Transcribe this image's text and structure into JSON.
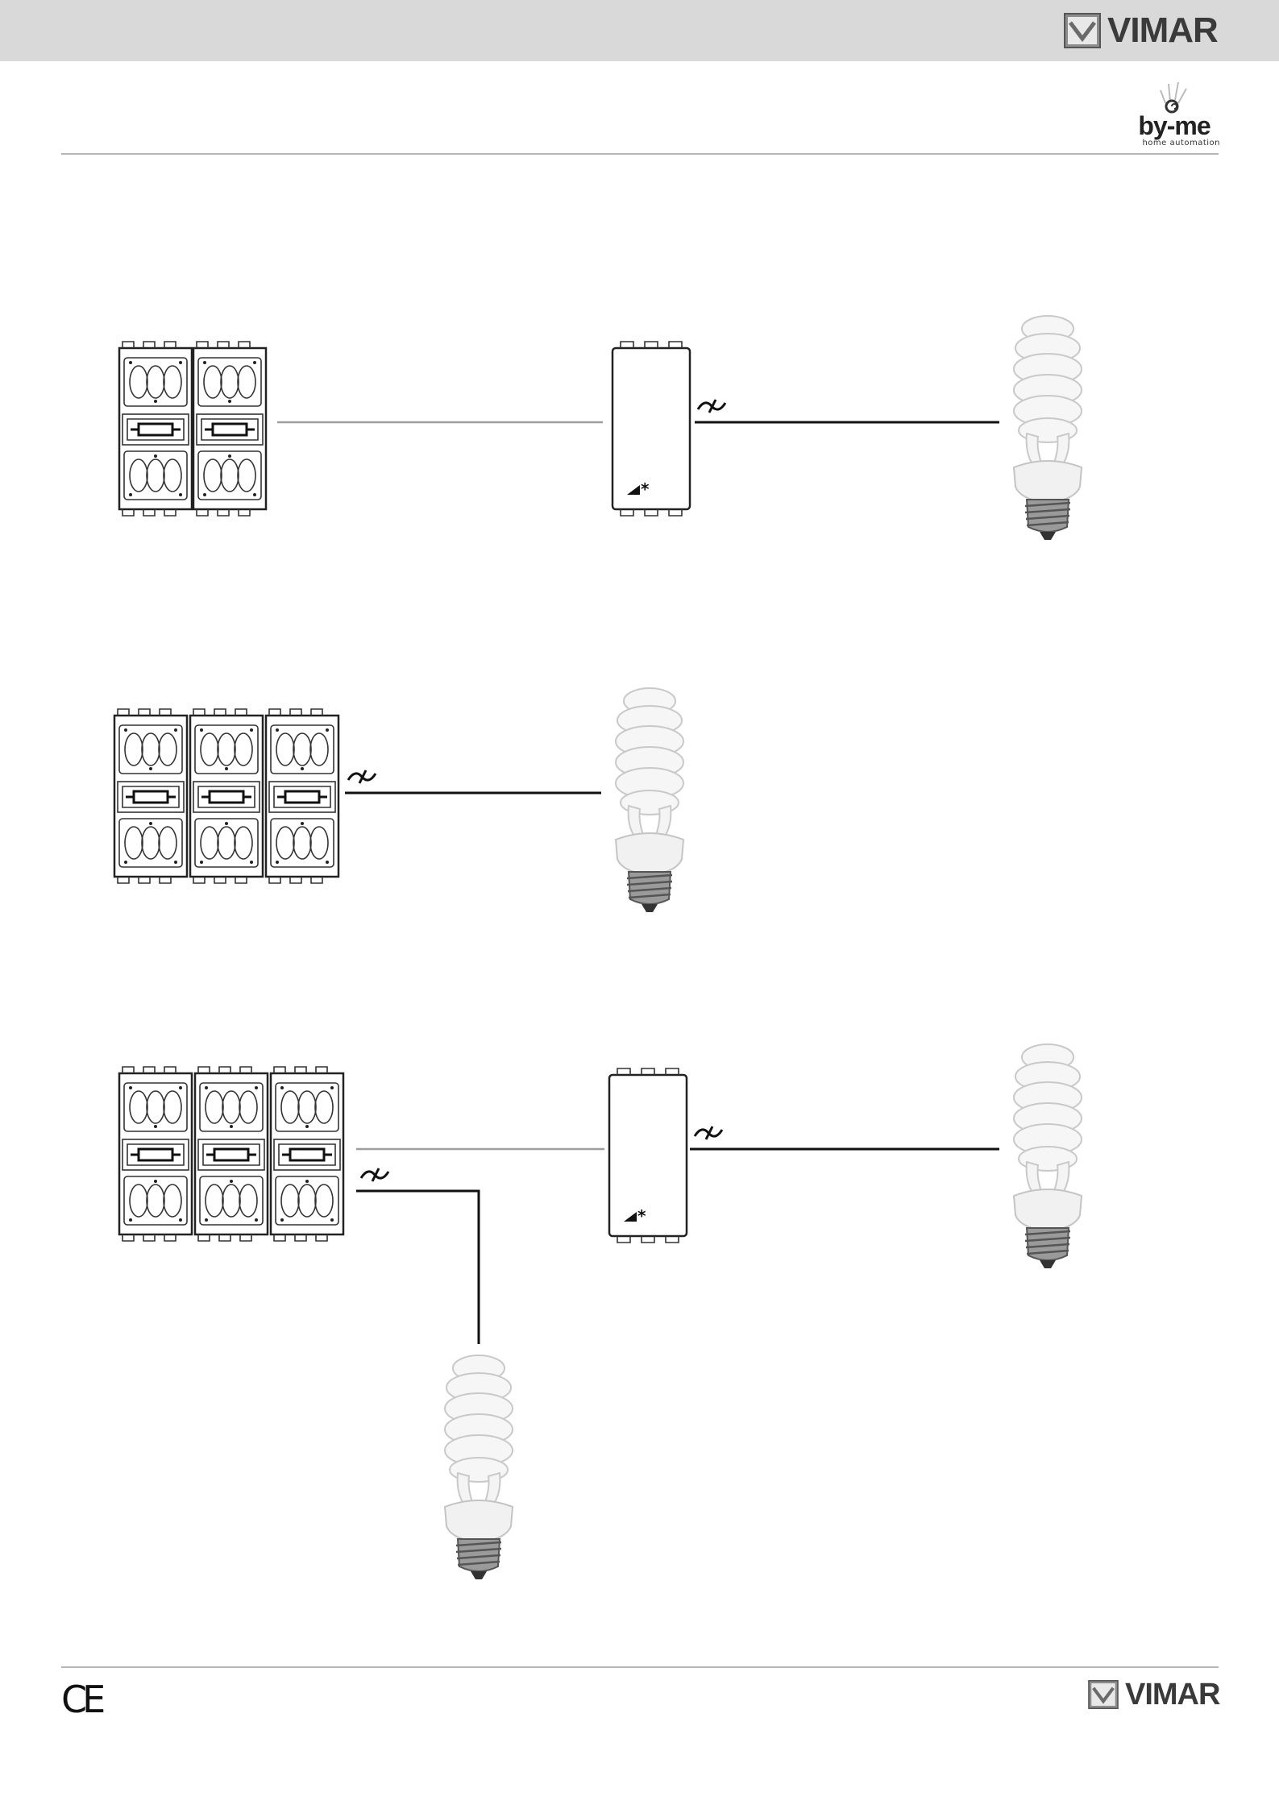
{
  "header": {
    "brand": "VIMAR",
    "sub_brand": {
      "name": "by-me",
      "tagline": "home automation"
    }
  },
  "diagram": {
    "dimmer_symbol": "◢*",
    "icons": [
      "keypad-module-icon",
      "dimmer-module-icon",
      "cfl-bulb-icon",
      "wireless-link-icon"
    ]
  },
  "footer": {
    "mark": "CE",
    "brand": "VIMAR"
  }
}
